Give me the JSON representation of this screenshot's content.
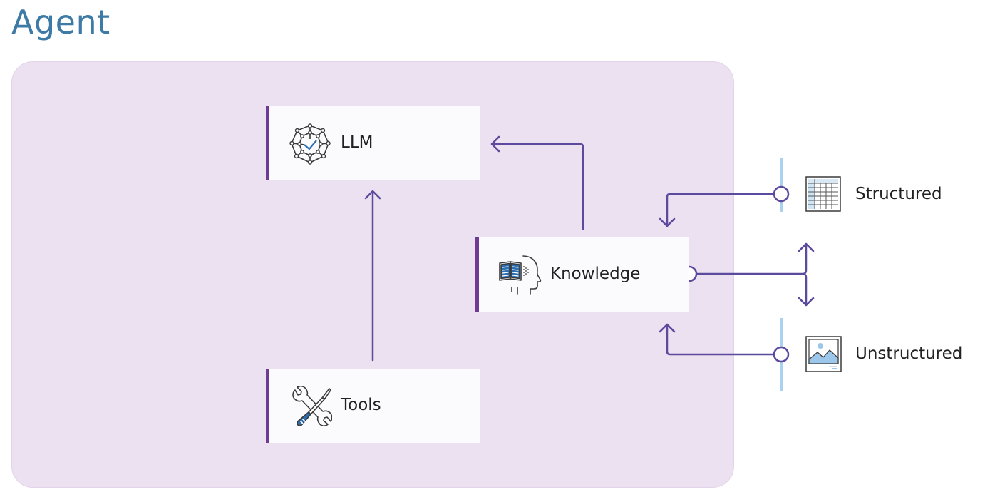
{
  "title": "Agent",
  "nodes": {
    "llm": {
      "label": "LLM",
      "icon": "neural-network-icon"
    },
    "tools": {
      "label": "Tools",
      "icon": "wrench-screwdriver-icon"
    },
    "knowledge": {
      "label": "Knowledge",
      "icon": "book-head-icon"
    }
  },
  "sources": {
    "structured": {
      "label": "Structured",
      "icon": "spreadsheet-icon"
    },
    "unstructured": {
      "label": "Unstructured",
      "icon": "image-icon"
    }
  },
  "colors": {
    "title": "#3d7aa6",
    "panel": "#ece1f0",
    "node_accent": "#6d3b93",
    "connector": "#5b4a9e",
    "source_bar": "#a9d1f0"
  }
}
